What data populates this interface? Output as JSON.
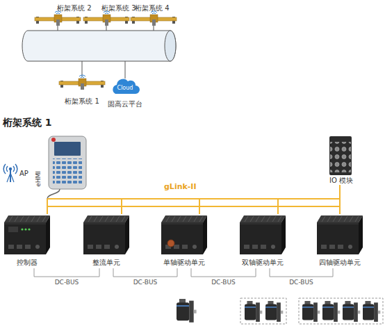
{
  "diagram": {
    "title": "桁架系统 1",
    "nodes": [
      {
        "text": [
          "桁架系统 2"
        ]
      },
      {
        "text": [
          "桁架系统 3"
        ]
      },
      {
        "text": [
          "桁架系统 4"
        ]
      },
      {
        "text": [
          "桁架系统 1"
        ]
      },
      {
        "text": [
          "Cloud",
          "固高云平台"
        ]
      },
      {
        "text": [
          "AP"
        ]
      },
      {
        "text": [
          "eHMI"
        ]
      },
      {
        "text": [
          "IO 模块"
        ]
      },
      {
        "text": [
          "控制器"
        ]
      },
      {
        "text": [
          "整流单元"
        ]
      },
      {
        "text": [
          "单轴驱动单元"
        ]
      },
      {
        "text": [
          "双轴驱动单元"
        ]
      },
      {
        "text": [
          "四轴驱动单元"
        ]
      }
    ],
    "edges": [
      {
        "from": 6,
        "to": 8,
        "arrow": "none"
      },
      {
        "from": 8,
        "to": 9,
        "arrow": "none"
      },
      {
        "from": 9,
        "to": 10,
        "arrow": "none"
      },
      {
        "from": 10,
        "to": 11,
        "arrow": "none"
      },
      {
        "from": 11,
        "to": 12,
        "arrow": "none"
      },
      {
        "from": 7,
        "to": 12,
        "arrow": "none"
      },
      {
        "from": 8,
        "to": 9,
        "label": "DC-BUS",
        "arrow": "none"
      },
      {
        "from": 9,
        "to": 10,
        "label": "DC-BUS",
        "arrow": "none"
      },
      {
        "from": 10,
        "to": 11,
        "label": "DC-BUS",
        "arrow": "none"
      },
      {
        "from": 11,
        "to": 12,
        "label": "DC-BUS",
        "arrow": "none"
      }
    ],
    "labels": [
      "gLink-II"
    ]
  }
}
